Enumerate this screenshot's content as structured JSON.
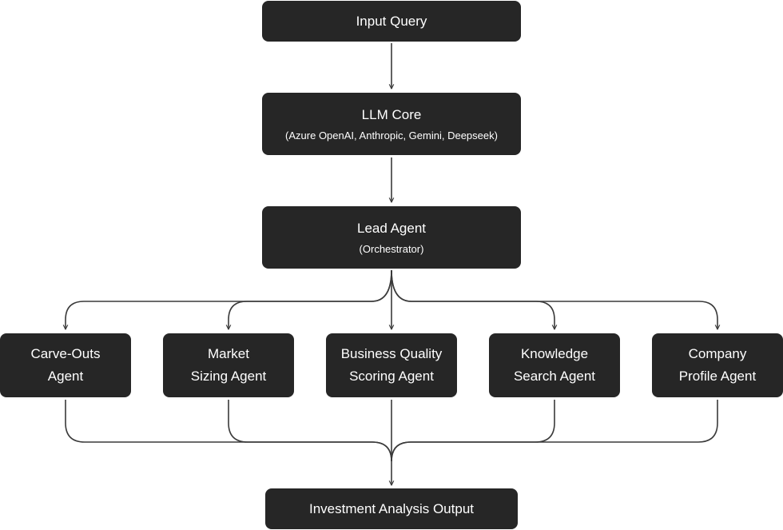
{
  "input": {
    "label": "Input Query"
  },
  "llm_core": {
    "title": "LLM Core",
    "subtitle": "(Azure OpenAI, Anthropic, Gemini, Deepseek)"
  },
  "lead_agent": {
    "title": "Lead Agent",
    "subtitle": "(Orchestrator)"
  },
  "agents": [
    {
      "line1": "Carve-Outs",
      "line2": "Agent"
    },
    {
      "line1": "Market",
      "line2": "Sizing Agent"
    },
    {
      "line1": "Business Quality",
      "line2": "Scoring Agent"
    },
    {
      "line1": "Knowledge",
      "line2": "Search Agent"
    },
    {
      "line1": "Company",
      "line2": "Profile Agent"
    }
  ],
  "output": {
    "label": "Investment Analysis Output"
  },
  "colors": {
    "node_fill": "#262626",
    "node_text": "#ffffff",
    "connector": "#3a3a3a"
  }
}
